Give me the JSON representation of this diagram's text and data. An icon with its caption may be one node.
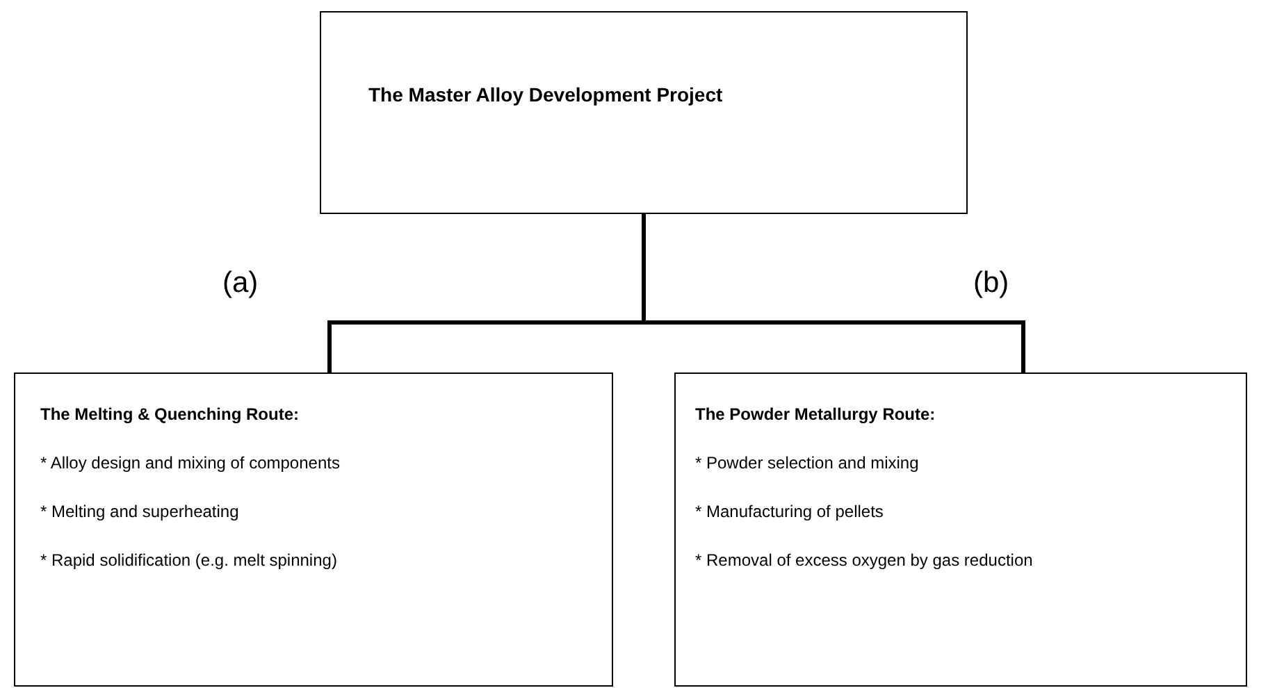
{
  "diagram": {
    "nodes": [
      {
        "text": [
          "The Master Alloy Development Project"
        ]
      },
      {
        "text": [
          "The Melting & Quenching Route:",
          "* Alloy design and mixing of components",
          "* Melting and superheating",
          "* Rapid solidification (e.g. melt spinning)"
        ]
      },
      {
        "text": [
          "The Powder Metallurgy Route:",
          "* Powder selection and mixing",
          "* Manufacturing of pellets",
          "* Removal of excess oxygen by gas reduction"
        ]
      }
    ],
    "edges": [
      {
        "from": 0,
        "to": 1,
        "arrow": "none"
      },
      {
        "from": 0,
        "to": 2,
        "arrow": "none"
      }
    ],
    "labels": [
      "(a)",
      "(b)"
    ]
  }
}
